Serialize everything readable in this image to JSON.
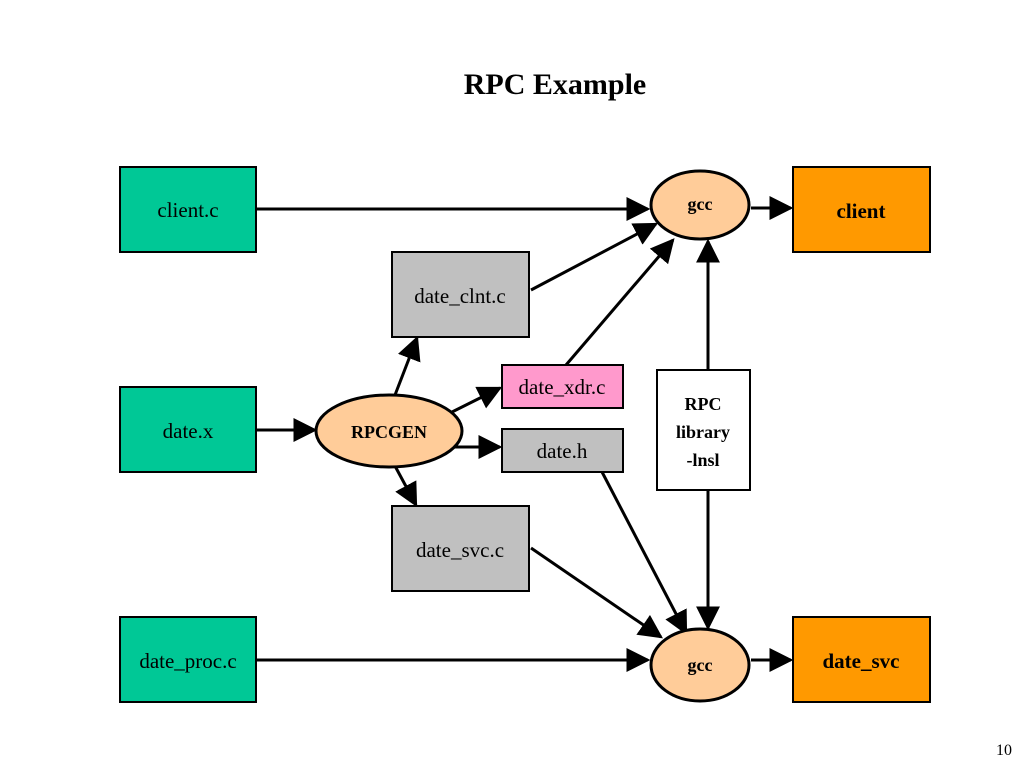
{
  "slide": {
    "title": "RPC Example",
    "page_number": "10"
  },
  "colors": {
    "source_box": "#00c896",
    "generated_box": "#c0c0c0",
    "xdr_box": "#ff99cc",
    "output_box": "#ff9900",
    "process_ellipse": "#ffcc99",
    "library_box": "#ffffff",
    "stroke": "#000000"
  },
  "nodes": {
    "client_c": "client.c",
    "date_x": "date.x",
    "date_proc_c": "date_proc.c",
    "date_clnt_c": "date_clnt.c",
    "date_xdr_c": "date_xdr.c",
    "date_h": "date.h",
    "date_svc_c": "date_svc.c",
    "rpcgen": "RPCGEN",
    "gcc_client": "gcc",
    "gcc_server": "gcc",
    "library_line1": "RPC",
    "library_line2": "library",
    "library_line3": "-lnsl",
    "client": "client",
    "date_svc": "date_svc"
  }
}
